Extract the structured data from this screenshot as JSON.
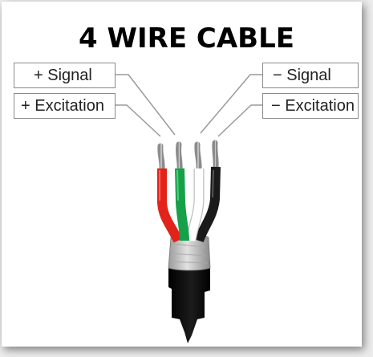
{
  "title": "4 WIRE CABLE",
  "labels": {
    "plus_signal": "+ Signal",
    "plus_excitation": "+ Excitation",
    "minus_signal": "− Signal",
    "minus_excitation": "− Excitation"
  },
  "wires": [
    {
      "name": "red-wire",
      "color": "#e2231a"
    },
    {
      "name": "green-wire",
      "color": "#17a04a"
    },
    {
      "name": "white-wire",
      "color": "#ffffff"
    },
    {
      "name": "black-wire",
      "color": "#1a1a1a"
    }
  ],
  "colors": {
    "jacket": "#0a0a0a",
    "shield": "#c8c8c8",
    "conductor": "#c0c0c0",
    "leader_line": "#9a9a9a"
  }
}
